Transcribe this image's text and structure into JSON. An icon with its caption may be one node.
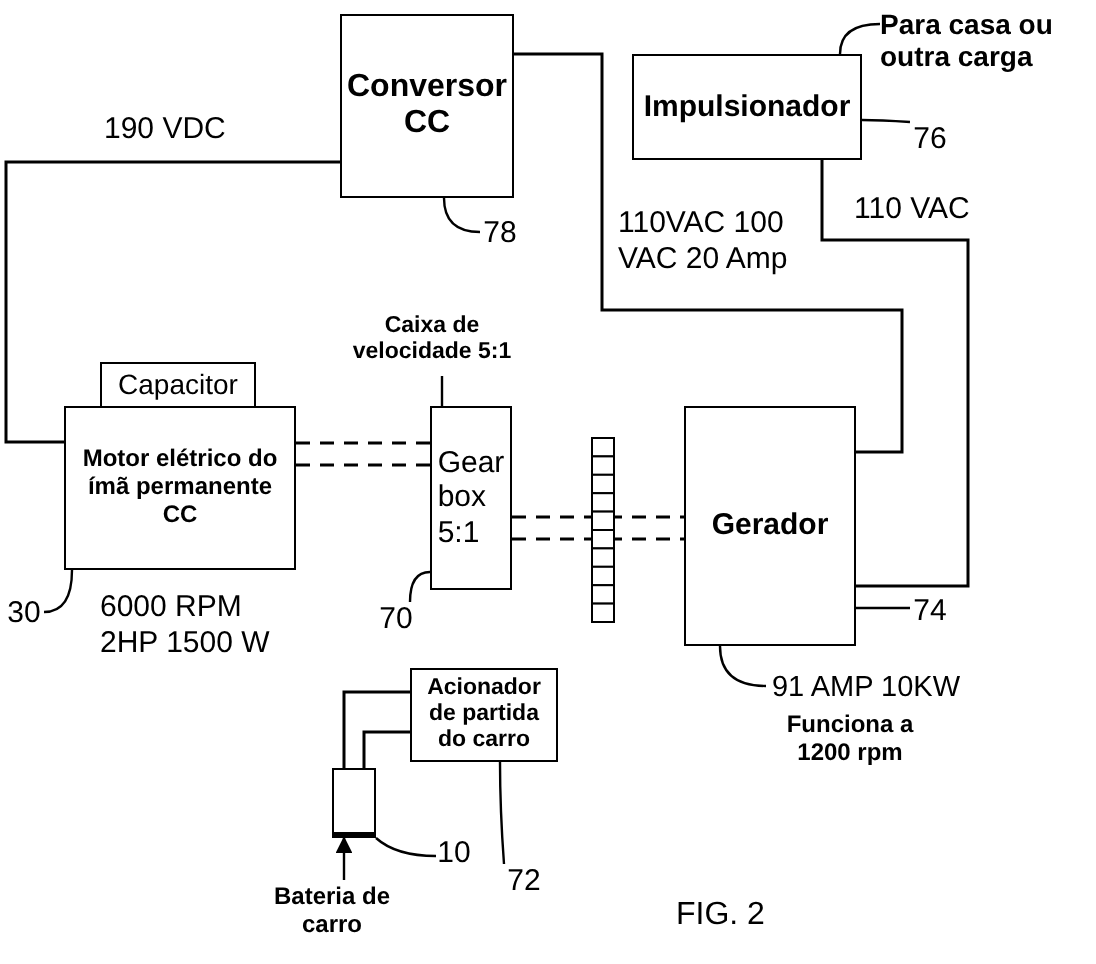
{
  "diagram": {
    "caption": "FIG. 2",
    "nodes": [
      {
        "text": [
          "Conversor CC"
        ]
      },
      {
        "text": [
          "Para casa ou outra carga"
        ]
      },
      {
        "text": [
          "Impulsionador"
        ]
      },
      {
        "text": [
          "76"
        ]
      },
      {
        "text": [
          "78"
        ]
      },
      {
        "text": [
          "Caixa de velocidade 5:1"
        ]
      },
      {
        "text": [
          "Capacitor"
        ]
      },
      {
        "text": [
          "Motor elétrico do ímã permanente CC"
        ]
      },
      {
        "text": [
          "Gear box 5:1"
        ]
      },
      {
        "text": [
          "Gerador"
        ]
      },
      {
        "text": [
          "30"
        ]
      },
      {
        "text": [
          "70"
        ]
      },
      {
        "text": [
          "74"
        ]
      },
      {
        "text": [
          "91 AMP 10KW"
        ]
      },
      {
        "text": [
          "Acionador de partida do carro"
        ]
      },
      {
        "text": [],
        "shape": "box"
      },
      {
        "text": [
          "10"
        ]
      },
      {
        "text": [
          "72"
        ]
      },
      {
        "text": [
          "Bateria de carro"
        ]
      }
    ],
    "edges": [
      {
        "from": 0,
        "to": 7,
        "arrow": "none",
        "label": "190 VDC"
      },
      {
        "from": 0,
        "to": 9,
        "arrow": "none",
        "label": "110VAC 100 VAC 20 Amp"
      },
      {
        "from": 2,
        "to": 9,
        "arrow": "none",
        "label": "110 VAC"
      },
      {
        "from": 7,
        "to": 8,
        "arrow": "none",
        "style": "dashed"
      },
      {
        "from": 8,
        "to": 9,
        "arrow": "none",
        "style": "dashed"
      },
      {
        "from": 14,
        "to": 15,
        "arrow": "none"
      },
      {
        "from": 14,
        "to": 15,
        "arrow": "none"
      },
      {
        "from": 1,
        "to": 2,
        "arrow": "none"
      },
      {
        "from": 3,
        "to": 2,
        "arrow": "none"
      },
      {
        "from": 4,
        "to": 0,
        "arrow": "none"
      },
      {
        "from": 5,
        "to": 8,
        "arrow": "none"
      },
      {
        "from": 10,
        "to": 7,
        "arrow": "none"
      },
      {
        "from": 11,
        "to": 8,
        "arrow": "none"
      },
      {
        "from": 12,
        "to": 9,
        "arrow": "none"
      },
      {
        "from": 13,
        "to": 9,
        "arrow": "none"
      },
      {
        "from": 17,
        "to": 14,
        "arrow": "none"
      },
      {
        "from": 16,
        "to": 15,
        "arrow": "none"
      },
      {
        "from": 18,
        "to": 15,
        "arrow": "to"
      }
    ],
    "labels": [
      "6000 RPM 2HP 1500 W",
      "Funciona a 1200 rpm"
    ]
  }
}
